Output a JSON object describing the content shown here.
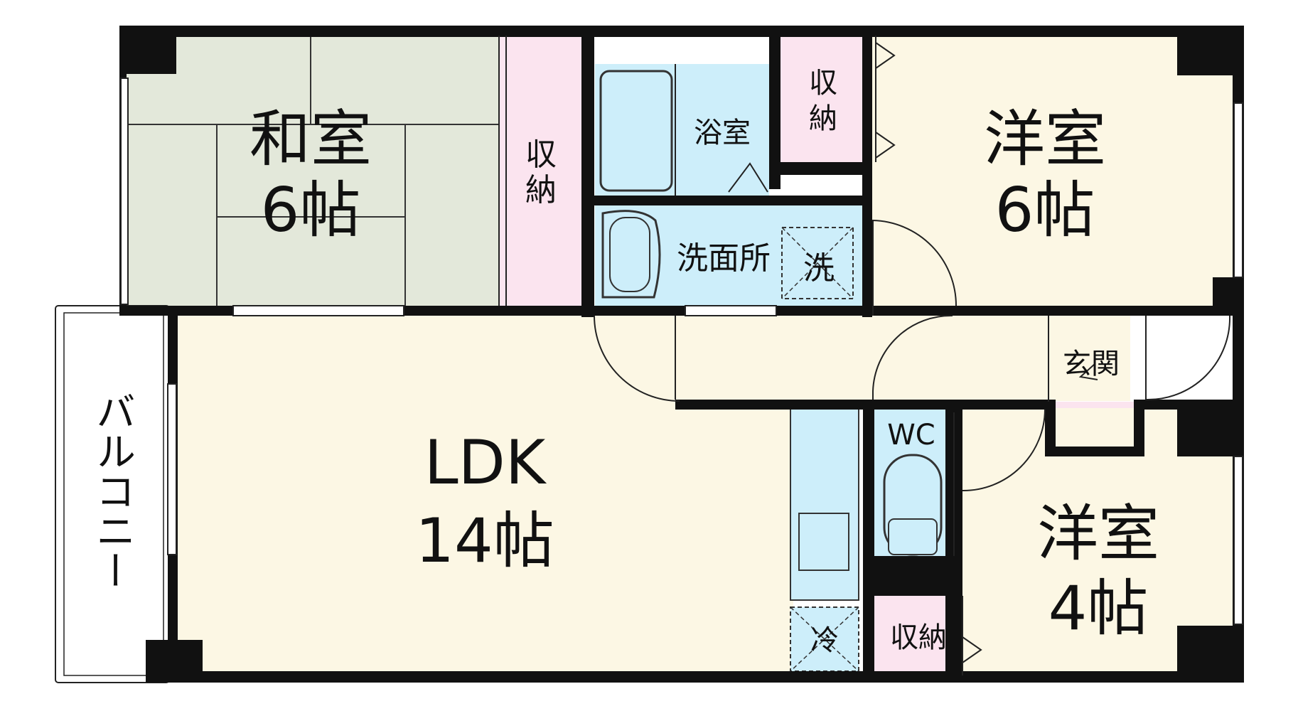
{
  "colors": {
    "wall": "#111111",
    "washitsu": "#e3e8da",
    "youshitsu": "#fcf7e4",
    "storage": "#fbe4ef",
    "water": "#cdeefa",
    "background": "#ffffff"
  },
  "rooms": {
    "washitsu": {
      "name": "和室",
      "size": "6帖"
    },
    "youshitsu1": {
      "name": "洋室",
      "size": "6帖"
    },
    "ldk": {
      "name": "LDK",
      "size": "14帖"
    },
    "youshitsu2": {
      "name": "洋室",
      "size": "4帖"
    }
  },
  "labels": {
    "storage_washitsu_1": "収",
    "storage_washitsu_2": "納",
    "bath": "浴室",
    "storage_top_1": "収",
    "storage_top_2": "納",
    "washroom": "洗面所",
    "washer": "洗",
    "entrance": "玄関",
    "wc": "WC",
    "fridge": "冷",
    "storage_bottom": "収納",
    "balcony": "バルコニー"
  }
}
